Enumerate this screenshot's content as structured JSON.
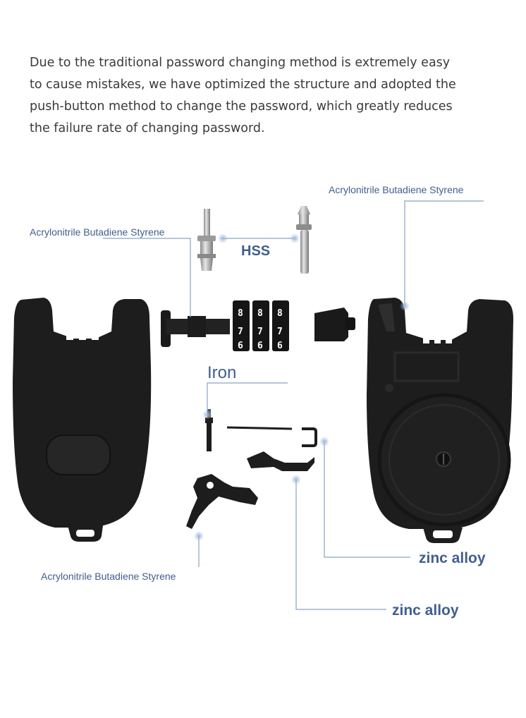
{
  "intro": {
    "lines": [
      "Due to the traditional password changing method is extremely easy",
      "to cause mistakes, we have optimized the structure and adopted the",
      "push-button method to change the password, which greatly reduces",
      "the failure rate of changing password."
    ]
  },
  "labels": {
    "abs_top_right": "Acrylonitrile Butadiene Styrene",
    "abs_top_left": "Acrylonitrile Butadiene Styrene",
    "hss": "HSS",
    "iron": "Iron",
    "abs_bottom_left": "Acrylonitrile Butadiene Styrene",
    "zinc_1": "zinc alloy",
    "zinc_2": "zinc alloy"
  },
  "dial": {
    "top_row": [
      "8",
      "8",
      "8"
    ],
    "mid_row": [
      "7",
      "7",
      "7"
    ],
    "bottom_row": [
      "6",
      "6",
      "6"
    ]
  },
  "colors": {
    "label": "#3f5f8e",
    "leader": "#8aa4c4",
    "part": "#1c1c1c"
  }
}
